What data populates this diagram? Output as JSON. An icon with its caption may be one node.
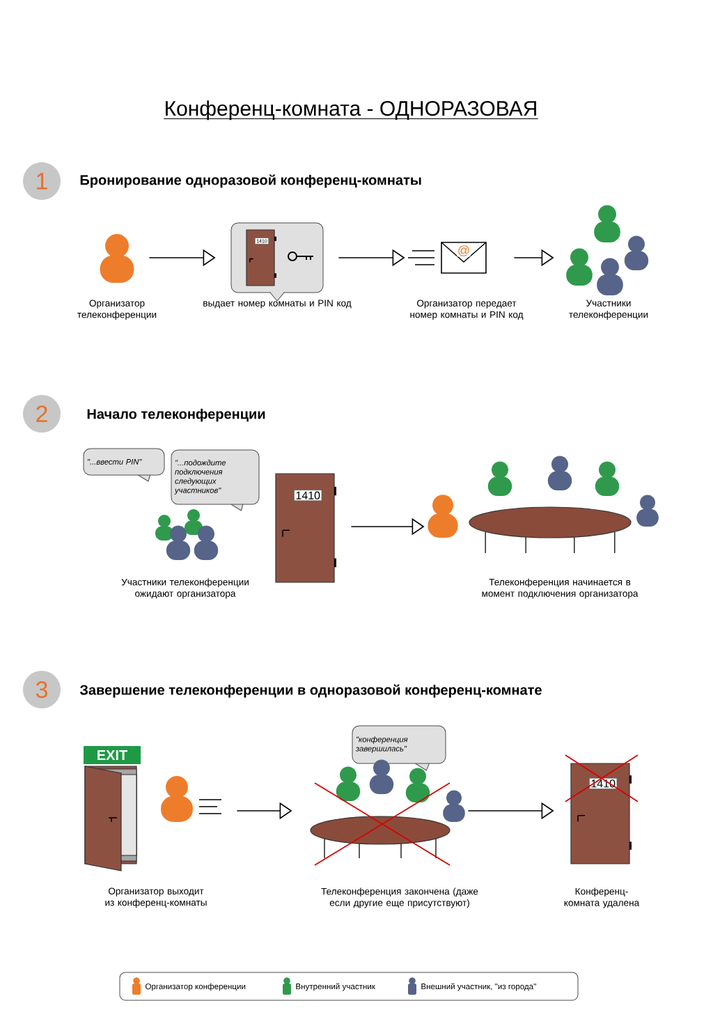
{
  "diagram": {
    "title": "Конференц-комната - ОДНОРАЗОВАЯ",
    "nodes": [
      {
        "text": [],
        "shape": "person",
        "beside": [
          "Организатор телеконференции"
        ]
      },
      {
        "text": [],
        "shape": "picture",
        "beside": [
          "выдает номер комнаты и PIN код"
        ]
      },
      {
        "text": [],
        "shape": "picture",
        "beside": [
          "Организатор передает номер комнаты и PIN код"
        ]
      },
      {
        "text": [],
        "shape": "person",
        "beside": [
          "Участники телеконференции"
        ]
      },
      {
        "text": [
          "\"...ввести PIN\""
        ]
      },
      {
        "text": [
          "\"...подождите подключения следующих участников\""
        ]
      },
      {
        "text": [],
        "shape": "picture",
        "beside": [
          "Участники телеконференции ожидают организатора"
        ]
      },
      {
        "text": [],
        "shape": "picture",
        "beside": [
          "Телеконференция начинается в момент подключения организатора"
        ]
      },
      {
        "text": [],
        "shape": "picture",
        "beside": [
          "Организатор выходит из конференц-комнаты"
        ]
      },
      {
        "text": [
          "\"конференция завершилась\""
        ]
      },
      {
        "text": [],
        "shape": "picture",
        "beside": [
          "Телеконференция закончена (даже если другие еще присутствуют)"
        ]
      },
      {
        "text": [],
        "shape": "picture",
        "beside": [
          "Конференц-комната удалена"
        ]
      }
    ],
    "edges": [
      {
        "from": 0,
        "to": 1,
        "arrow": "to"
      },
      {
        "from": 1,
        "to": 2,
        "arrow": "to"
      },
      {
        "from": 2,
        "to": 3,
        "arrow": "to"
      },
      {
        "from": 6,
        "to": 7,
        "arrow": "to"
      },
      {
        "from": 8,
        "to": 10,
        "arrow": "to"
      },
      {
        "from": 10,
        "to": 11,
        "arrow": "to"
      }
    ],
    "labels": [
      "1",
      "Бронирование одноразовой конференц-комнаты",
      "1410",
      "@",
      "2",
      "Начало телеконференции",
      "1410",
      "3",
      "Завершение телеконференции в одноразовой конференц-комнате",
      "EXIT",
      "1410"
    ],
    "legend": [
      {
        "text": "Организатор конференции",
        "color": "#ee7d2b"
      },
      {
        "text": "Внутренний участник",
        "color": "#2f9a4c"
      },
      {
        "text": "Внешний участник, \"из города\"",
        "color": "#56648a"
      }
    ]
  }
}
